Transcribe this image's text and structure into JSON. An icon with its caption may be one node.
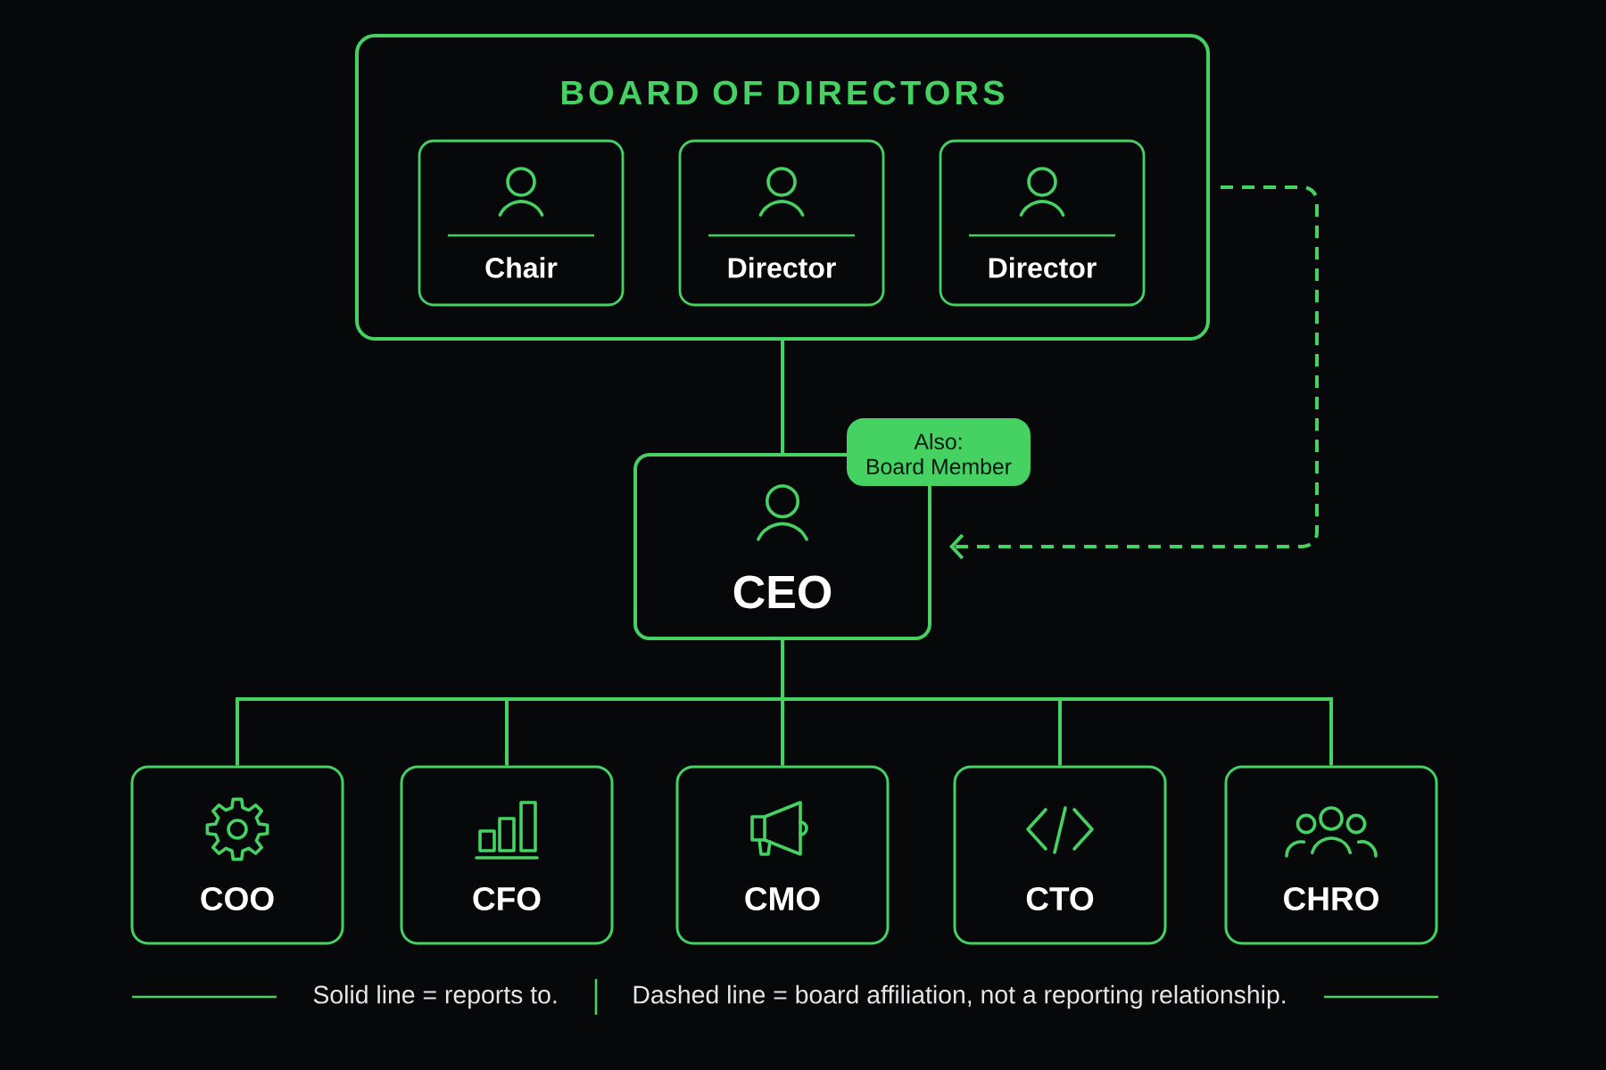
{
  "diagram": {
    "nodes": [
      {
        "text": [
          "BOARD OF DIRECTORS"
        ]
      },
      {
        "text": [
          "Chair"
        ],
        "in": 0
      },
      {
        "text": [
          "Director"
        ],
        "in": 0
      },
      {
        "text": [
          "Director"
        ],
        "in": 0
      },
      {
        "text": [
          "CEO"
        ]
      },
      {
        "text": [
          "Also:",
          "Board Member"
        ]
      },
      {
        "text": [
          "COO"
        ]
      },
      {
        "text": [
          "CFO"
        ]
      },
      {
        "text": [
          "CMO"
        ]
      },
      {
        "text": [
          "CTO"
        ]
      },
      {
        "text": [
          "CHRO"
        ]
      }
    ],
    "edges": [
      {
        "from": 0,
        "to": 4,
        "arrow": "none"
      },
      {
        "from": 4,
        "to": 6,
        "arrow": "none"
      },
      {
        "from": 4,
        "to": 7,
        "arrow": "none"
      },
      {
        "from": 4,
        "to": 8,
        "arrow": "none"
      },
      {
        "from": 4,
        "to": 9,
        "arrow": "none"
      },
      {
        "from": 4,
        "to": 10,
        "arrow": "none"
      },
      {
        "from": 0,
        "to": 4,
        "arrow": "to",
        "style": "dashed"
      }
    ],
    "labels": [
      "Solid line = reports to.",
      "Dashed line = board affiliation, not a reporting relationship."
    ]
  }
}
